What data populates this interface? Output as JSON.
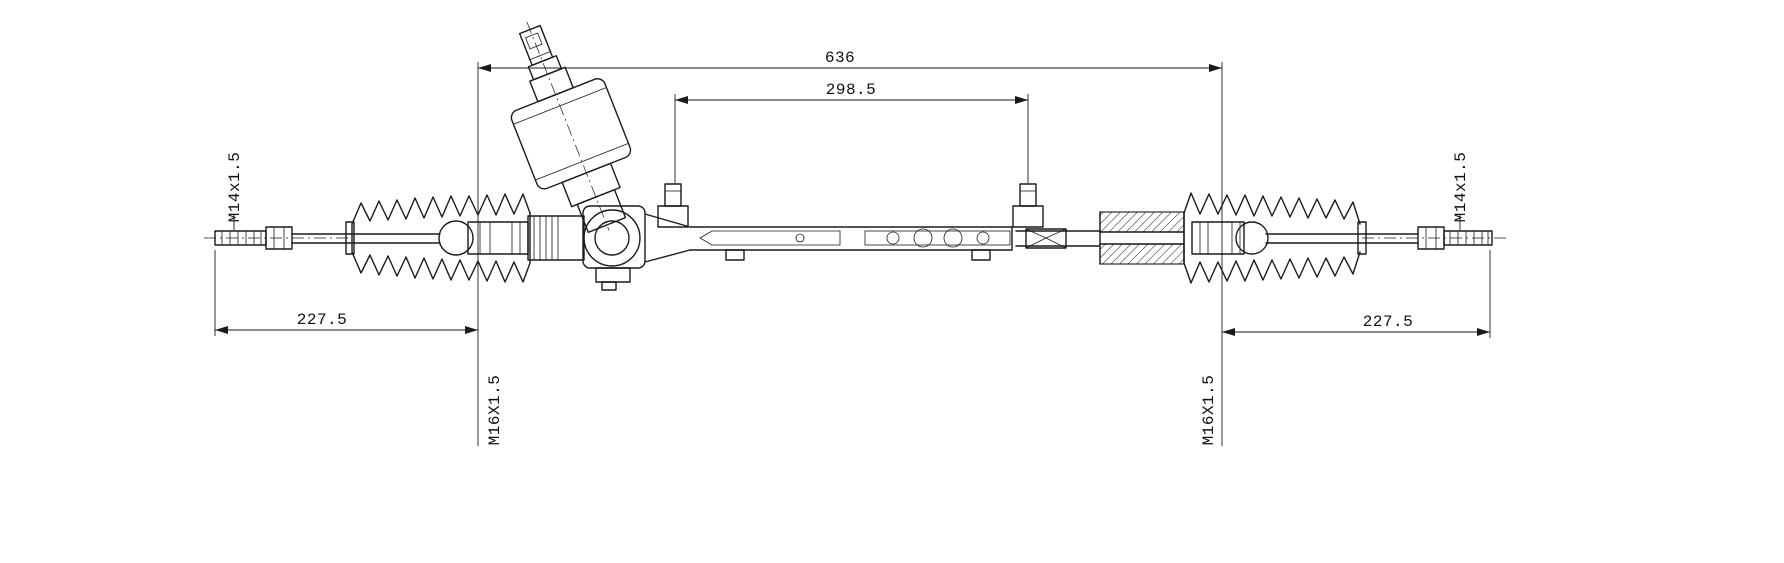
{
  "drawing": {
    "title": "steering-rack-technical-drawing",
    "line_color": "#1b1b1b",
    "background": "#ffffff",
    "dimensions": {
      "overall_housing_width": "636",
      "mount_spacing": "298.5",
      "left_tie_rod_length": "227.5",
      "right_tie_rod_length": "227.5"
    },
    "thread_callouts": {
      "left_outer": "M14x1.5",
      "right_outer": "M14x1.5",
      "left_inner": "M16X1.5",
      "right_inner": "M16X1.5"
    }
  }
}
